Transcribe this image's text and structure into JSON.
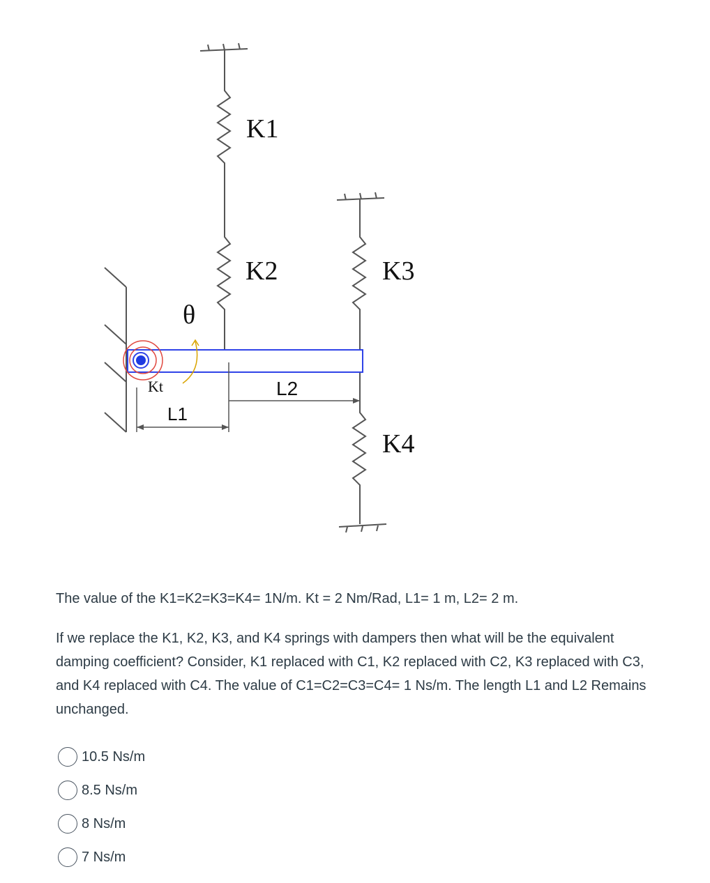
{
  "diagram": {
    "labels": {
      "k1": "K1",
      "k2": "K2",
      "k3": "K3",
      "k4": "K4",
      "theta": "θ",
      "kt": "Kt",
      "l1": "L1",
      "l2": "L2"
    },
    "colors": {
      "bar": "#2f43e8",
      "pivot": "#1f3be0",
      "torsion_spring": "#e0483f",
      "rotation_arrow": "#d9a400",
      "lines": "#555555"
    }
  },
  "question": {
    "values_text": "The value of the K1=K2=K3=K4= 1N/m. Kt = 2 Nm/Rad, L1= 1 m, L2= 2 m.",
    "prompt_text": "If we replace the K1, K2, K3, and K4 springs with dampers then what will be the equivalent damping coefficient? Consider, K1 replaced with C1, K2 replaced with C2, K3 replaced with C3, and K4 replaced with C4. The value of C1=C2=C3=C4= 1 Ns/m. The length L1 and L2 Remains unchanged."
  },
  "options": [
    {
      "label": "10.5 Ns/m",
      "selected": false
    },
    {
      "label": "8.5 Ns/m",
      "selected": false
    },
    {
      "label": "8 Ns/m",
      "selected": false
    },
    {
      "label": "7 Ns/m",
      "selected": false
    }
  ]
}
